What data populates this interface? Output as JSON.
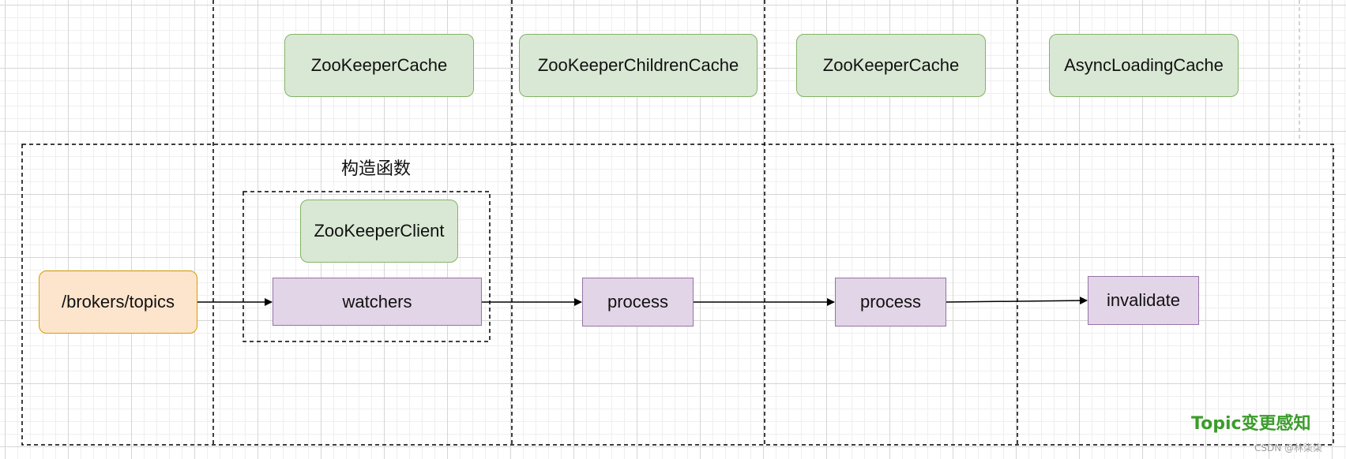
{
  "caches": [
    "ZooKeeperCache",
    "ZooKeeperChildrenCache",
    "ZooKeeperCache",
    "AsyncLoadingCache"
  ],
  "constructor_label": "构造函数",
  "client_label": "ZooKeeperClient",
  "path_label": "/brokers/topics",
  "watchers_label": "watchers",
  "process_labels": [
    "process",
    "process"
  ],
  "invalidate_label": "invalidate",
  "diagram_title": "Topic变更感知",
  "watermark": "CSDN @林柒柒",
  "colors": {
    "cache_fill": "#d9e8d4",
    "cache_border": "#82b366",
    "proc_fill": "#e2d5e7",
    "proc_border": "#9673a6",
    "path_fill": "#fde5cd",
    "path_border": "#d79b00",
    "title": "#3b9c2b"
  }
}
